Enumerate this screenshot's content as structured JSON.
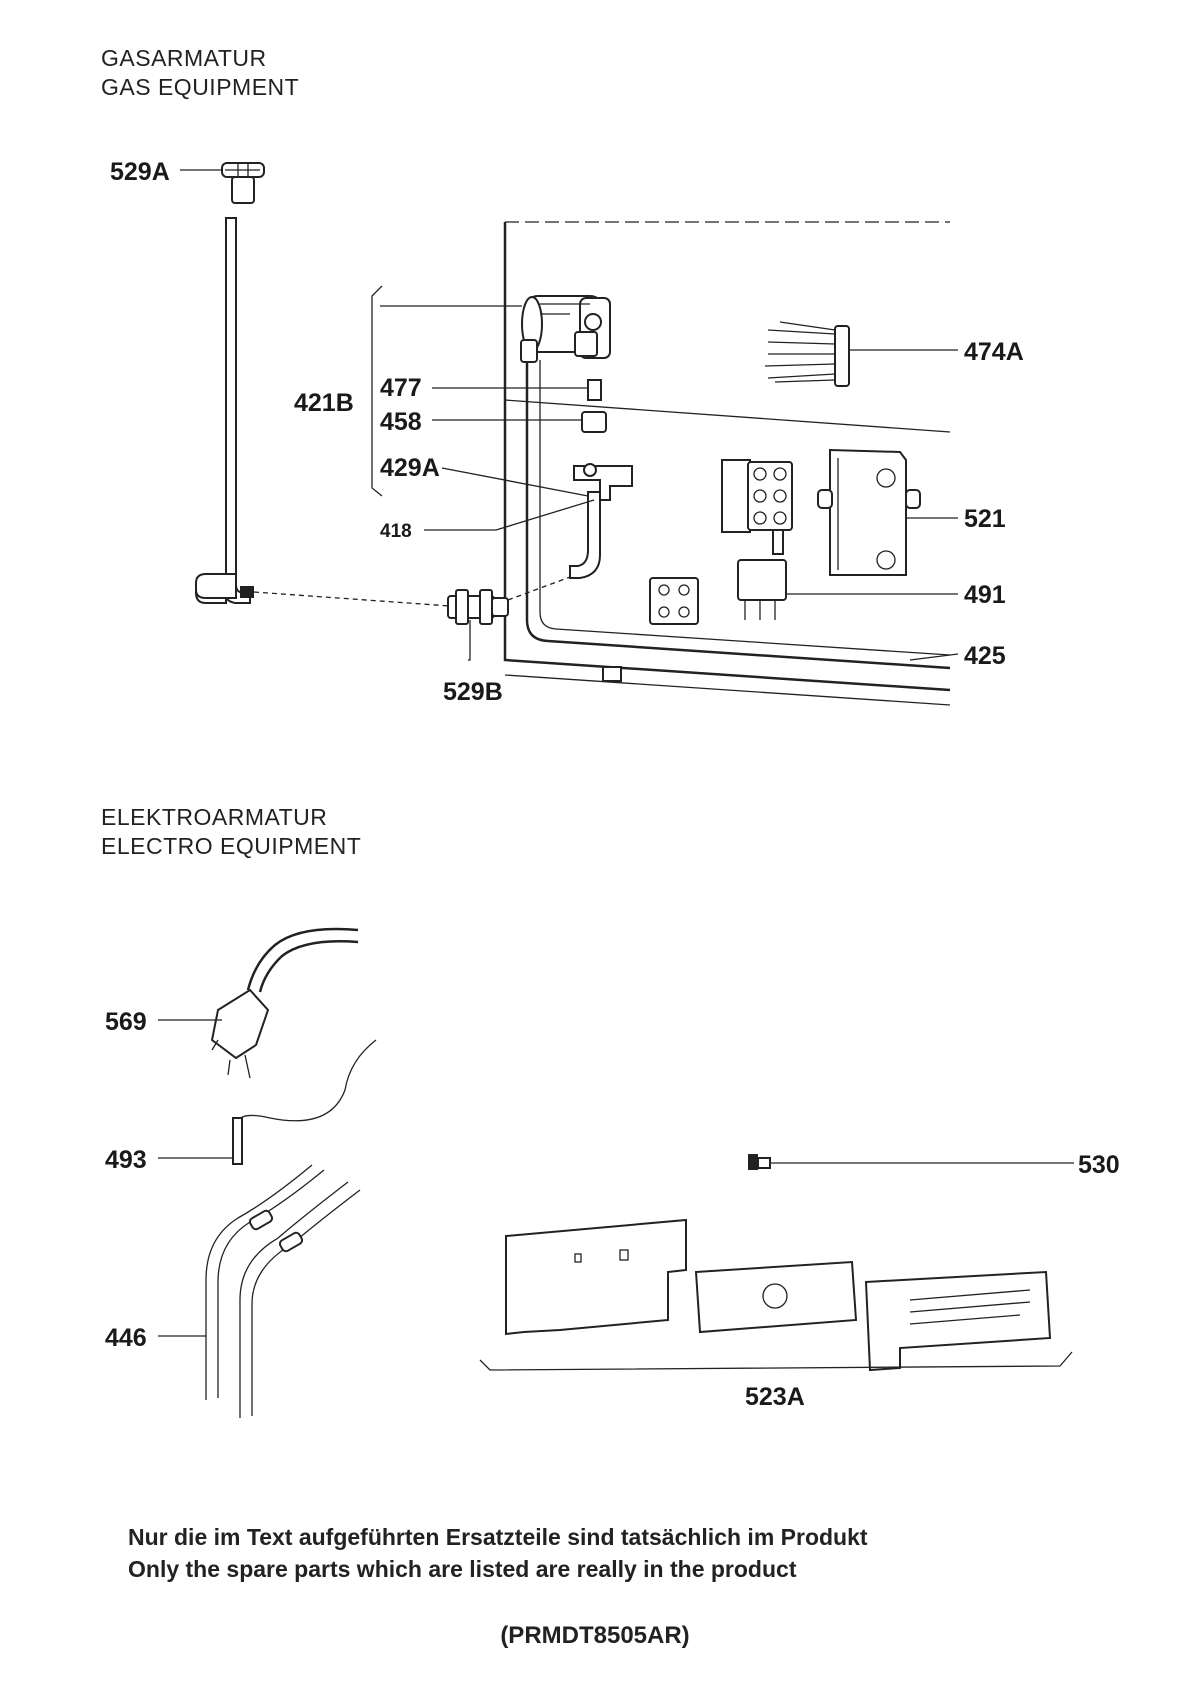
{
  "gas_section": {
    "title_de": "GASARMATUR",
    "title_en": "GAS EQUIPMENT"
  },
  "electro_section": {
    "title_de": "ELEKTROARMATUR",
    "title_en": "ELECTRO EQUIPMENT"
  },
  "gas_parts": {
    "p529A": "529A",
    "p421B": "421B",
    "p477": "477",
    "p458": "458",
    "p429A": "429A",
    "p418": "418",
    "p474A": "474A",
    "p521": "521",
    "p491": "491",
    "p425": "425",
    "p529B": "529B"
  },
  "electro_parts": {
    "p569": "569",
    "p493": "493",
    "p446": "446",
    "p530": "530",
    "p523A": "523A"
  },
  "footer": {
    "note_de": "Nur die im Text aufgeführten Ersatzteile sind tatsächlich im Produkt",
    "note_en": "Only the spare parts which are listed are really in the product",
    "model_code": "(PRMDT8505AR)"
  }
}
